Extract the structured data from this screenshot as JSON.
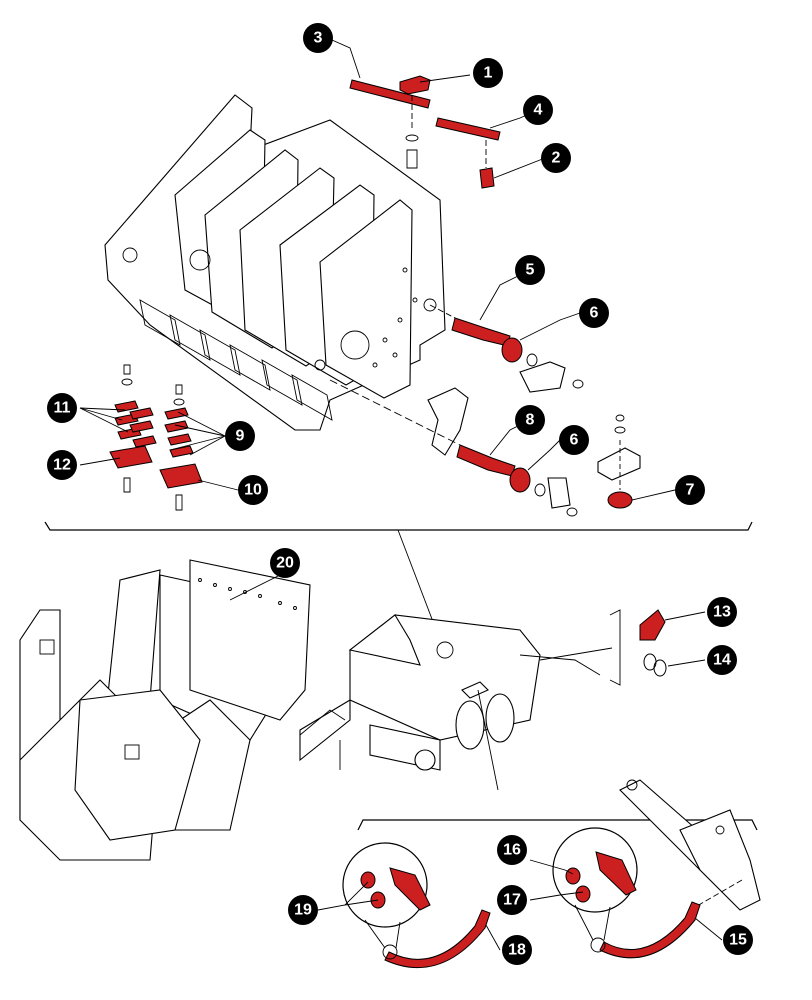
{
  "diagram": {
    "accent_color": "#cc1f1f",
    "outline_color": "#000000",
    "callouts": [
      {
        "id": "c1",
        "number": "1"
      },
      {
        "id": "c2",
        "number": "2"
      },
      {
        "id": "c3",
        "number": "3"
      },
      {
        "id": "c4",
        "number": "4"
      },
      {
        "id": "c5",
        "number": "5"
      },
      {
        "id": "c6a",
        "number": "6"
      },
      {
        "id": "c6b",
        "number": "6"
      },
      {
        "id": "c7",
        "number": "7"
      },
      {
        "id": "c8",
        "number": "8"
      },
      {
        "id": "c9",
        "number": "9"
      },
      {
        "id": "c10",
        "number": "10"
      },
      {
        "id": "c11",
        "number": "11"
      },
      {
        "id": "c12",
        "number": "12"
      },
      {
        "id": "c13",
        "number": "13"
      },
      {
        "id": "c14",
        "number": "14"
      },
      {
        "id": "c15",
        "number": "15"
      },
      {
        "id": "c16",
        "number": "16"
      },
      {
        "id": "c17",
        "number": "17"
      },
      {
        "id": "c18",
        "number": "18"
      },
      {
        "id": "c19",
        "number": "19"
      },
      {
        "id": "c20",
        "number": "20"
      }
    ]
  }
}
